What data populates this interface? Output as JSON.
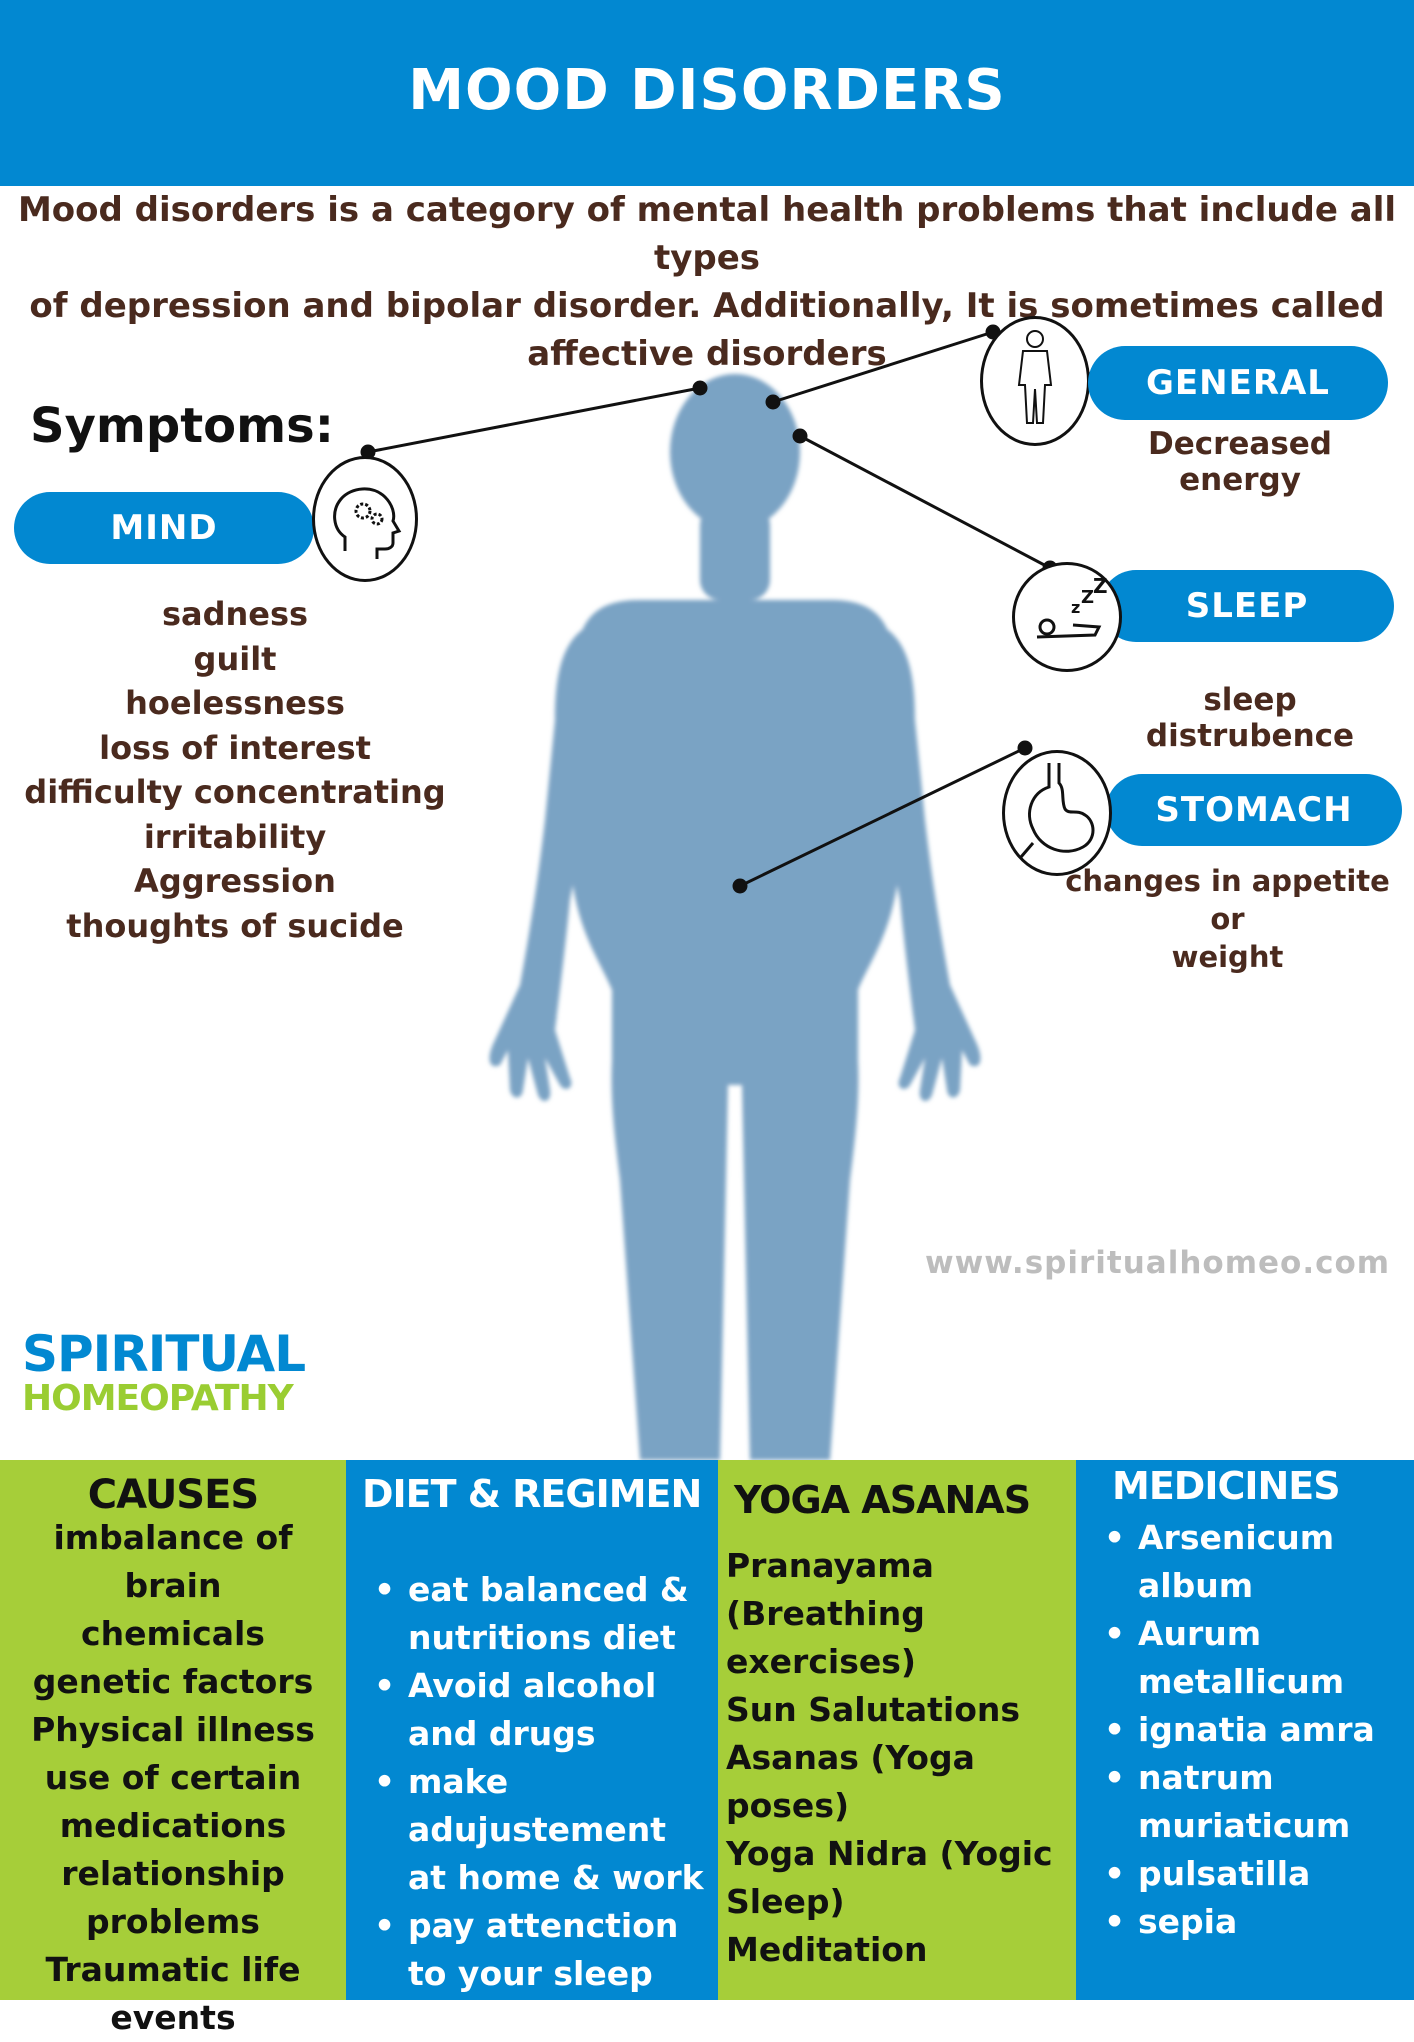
{
  "header": {
    "title": "MOOD DISORDERS"
  },
  "intro": [
    "Mood disorders is a category of mental health problems that include all types",
    "of depression and bipolar disorder. Additionally, It is sometimes called",
    "affective disorders"
  ],
  "symptoms": {
    "heading": "Symptoms:",
    "mind": {
      "label": "MIND",
      "items": [
        "sadness",
        "guilt",
        "hoelessness",
        "loss of interest",
        "difficulty concentrating",
        "irritability",
        "Aggression",
        "thoughts of sucide"
      ]
    },
    "general": {
      "label": "GENERAL",
      "desc": "Decreased energy"
    },
    "sleep": {
      "label": "SLEEP",
      "desc": "sleep distrubence"
    },
    "stomach": {
      "label": "STOMACH",
      "desc": [
        "changes in appetite or",
        "weight"
      ]
    }
  },
  "website": "www.spiritualhomeo.com",
  "brand": {
    "line1": "SPIRITUAL",
    "line2": "HOMEOPATHY"
  },
  "columns": {
    "causes": {
      "heading": "CAUSES",
      "lines": [
        "imbalance of brain",
        "chemicals",
        "genetic factors",
        "Physical illness",
        "use of certain",
        "medications",
        "relationship",
        "problems",
        "Traumatic life",
        "events"
      ]
    },
    "diet": {
      "heading": "DIET & REGIMEN",
      "items": [
        "eat balanced & nutritions diet",
        "Avoid alcohol and drugs",
        "make adujustement at home & work",
        "pay attenction to your sleep"
      ]
    },
    "yoga": {
      "heading": "YOGA ASANAS",
      "lines": [
        "Pranayama",
        "(Breathing",
        "exercises)",
        "Sun Salutations",
        "Asanas (Yoga",
        "poses)",
        "Yoga Nidra (Yogic",
        "Sleep)",
        "Meditation"
      ]
    },
    "medicines": {
      "heading": "MEDICINES",
      "items": [
        "Arsenicum album",
        "Aurum metallicum",
        "ignatia amra",
        "natrum muriaticum",
        "pulsatilla",
        "sepia"
      ]
    }
  },
  "colors": {
    "blue": "#0288d1",
    "green": "#a6ce39",
    "brown": "#4a2a1e",
    "silhouette": "#7aa3c4"
  }
}
